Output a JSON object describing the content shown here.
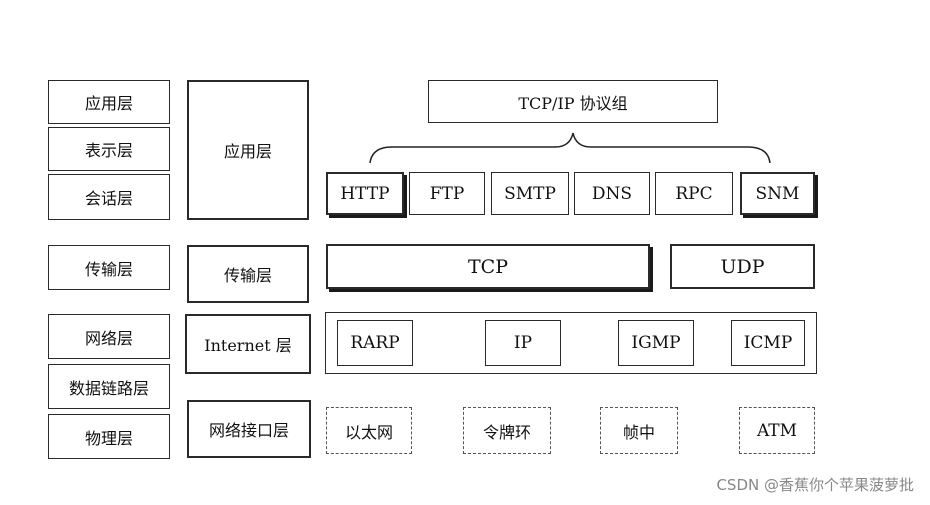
{
  "osi": {
    "application": "应用层",
    "presentation": "表示层",
    "session": "会话层",
    "transport": "传输层",
    "network": "网络层",
    "datalink": "数据链路层",
    "physical": "物理层"
  },
  "tcpip": {
    "application": "应用层",
    "transport": "传输层",
    "internet": "Internet 层",
    "netif": "网络接口层"
  },
  "suite": {
    "title": "TCP/IP 协议组",
    "app_protocols": [
      "HTTP",
      "FTP",
      "SMTP",
      "DNS",
      "RPC",
      "SNM"
    ],
    "tcp": "TCP",
    "udp": "UDP",
    "internet_protocols": [
      "RARP",
      "IP",
      "IGMP",
      "ICMP"
    ],
    "link_protocols": [
      "以太网",
      "令牌环",
      "帧中",
      "ATM"
    ]
  },
  "watermark": "CSDN @香蕉你个苹果菠萝批"
}
